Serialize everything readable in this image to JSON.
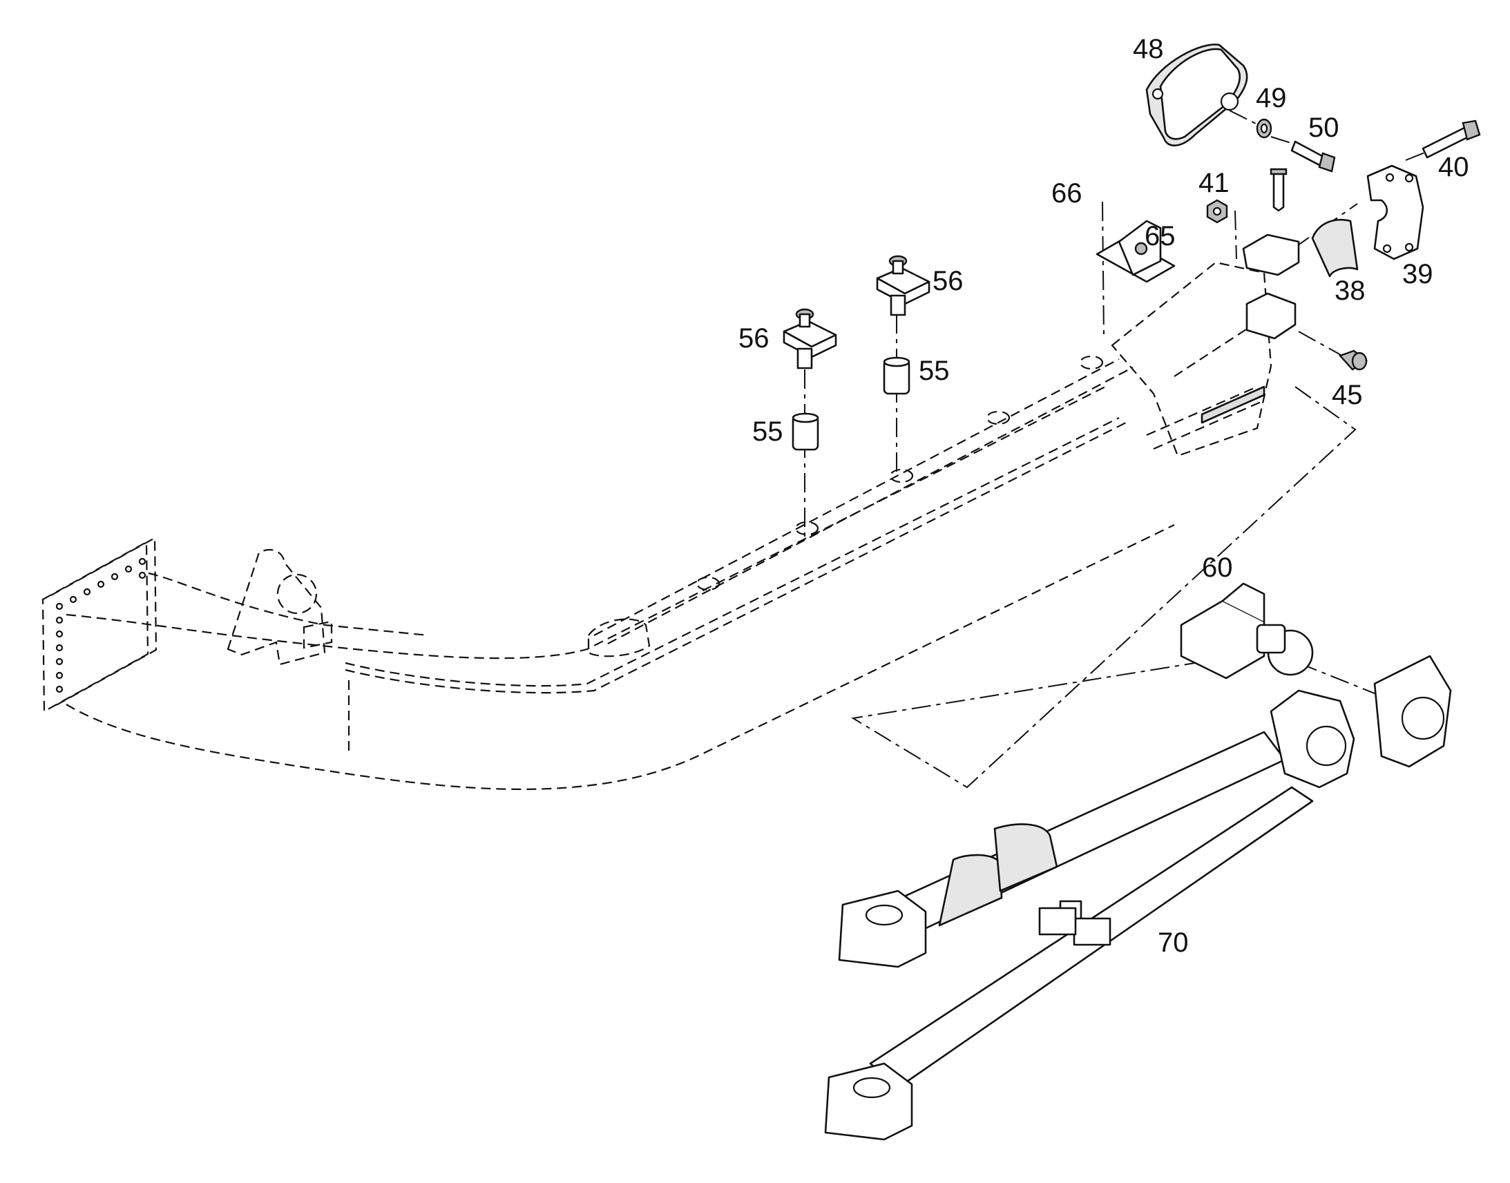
{
  "callouts": [
    {
      "id": "c48",
      "text": "48"
    },
    {
      "id": "c49",
      "text": "49"
    },
    {
      "id": "c50",
      "text": "50"
    },
    {
      "id": "c40",
      "text": "40"
    },
    {
      "id": "c41",
      "text": "41"
    },
    {
      "id": "c66",
      "text": "66"
    },
    {
      "id": "c65",
      "text": "65"
    },
    {
      "id": "c56a",
      "text": "56"
    },
    {
      "id": "c56b",
      "text": "56"
    },
    {
      "id": "c55a",
      "text": "55"
    },
    {
      "id": "c55b",
      "text": "55"
    },
    {
      "id": "c39",
      "text": "39"
    },
    {
      "id": "c38",
      "text": "38"
    },
    {
      "id": "c45",
      "text": "45"
    },
    {
      "id": "c60",
      "text": "60"
    },
    {
      "id": "c70",
      "text": "70"
    }
  ]
}
